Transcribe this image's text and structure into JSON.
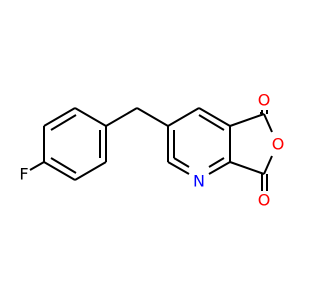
{
  "molecule": {
    "atoms": {
      "fluorine": {
        "symbol": "F",
        "color": "#000000"
      },
      "nitrogen": {
        "symbol": "N",
        "color": "#0000FF"
      },
      "ring_oxygen": {
        "symbol": "O",
        "color": "#FF0000"
      },
      "carbonyl_oxygen_top": {
        "symbol": "O",
        "color": "#FF0000"
      },
      "carbonyl_oxygen_bottom": {
        "symbol": "O",
        "color": "#FF0000"
      }
    },
    "bond_color": "#000000",
    "background": "#FFFFFF"
  }
}
